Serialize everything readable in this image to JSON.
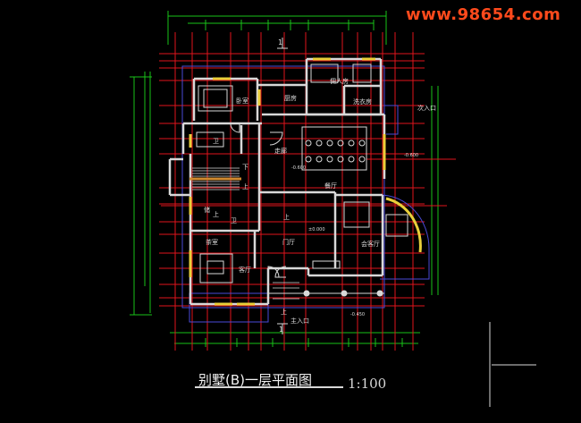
{
  "watermark": "www.98654.com",
  "drawing_title": "别墅(B)一层平面图",
  "scale": "1:100",
  "room_labels": {
    "bedroom": "卧室",
    "kitchen": "厨房",
    "servant_room": "佣人房",
    "laundry": "洗衣房",
    "side_entry": "次入口",
    "bath": "卫",
    "stair_down": "下",
    "stair_up": "上",
    "dining": "餐厅",
    "passage": "走廊",
    "level_dining": "-0.600",
    "level_outside": "-0.600",
    "up_a": "上",
    "storage": "储",
    "up_b": "上",
    "foyer": "门厅",
    "level_foyer": "±0.000",
    "tea_room": "茶室",
    "bath2": "卫",
    "salon": "会客厅",
    "living": "客厅",
    "main_entry_up": "上",
    "main_entry": "主入口",
    "level_entry": "-0.450",
    "axis_top": "1",
    "axis_bottom": "1"
  },
  "colors": {
    "background": "#000000",
    "axis_grid": "#e0141c",
    "dimension": "#19c219",
    "wall": "#d8d8d8",
    "window": "#e8cf3a",
    "outline": "#4a4ad8",
    "watermark": "#ff4a1c"
  }
}
